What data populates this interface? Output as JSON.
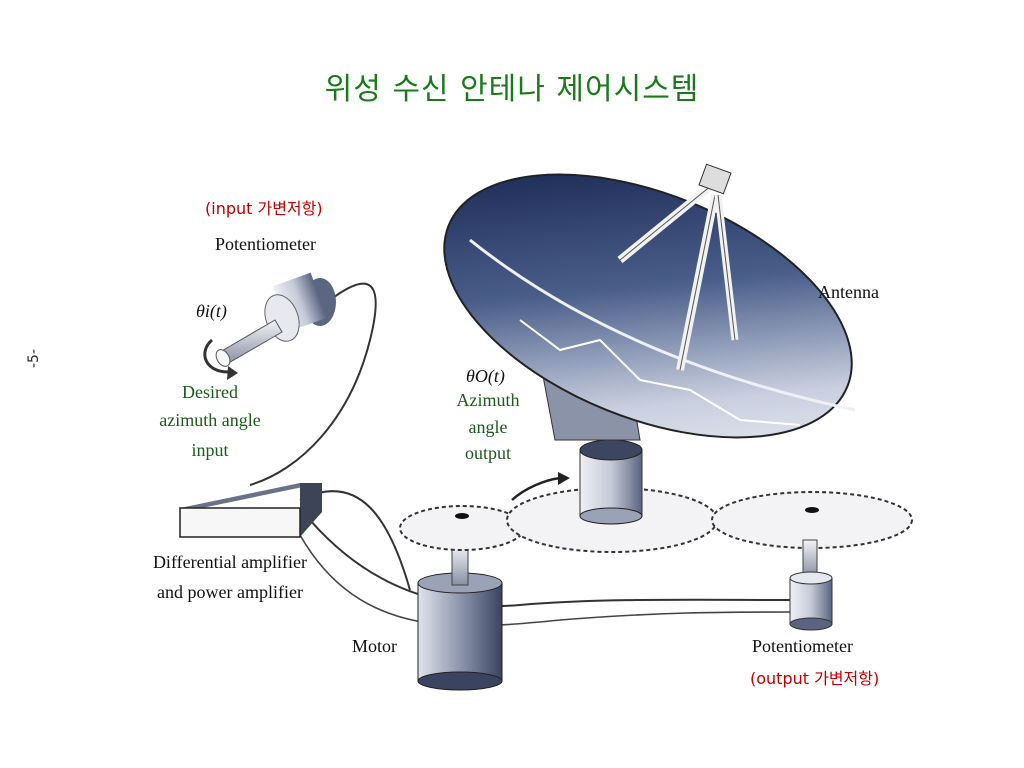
{
  "title": "위성 수신 안테나 제어시스템",
  "page_number": "-5-",
  "labels": {
    "input_note": "(input 가변저항)",
    "input_potentiometer": "Potentiometer",
    "theta_i": "θi(t)",
    "desired_line1": "Desired",
    "desired_line2": "azimuth angle",
    "desired_line3": "input",
    "amp_line1": "Differential amplifier",
    "amp_line2": "and power amplifier",
    "motor": "Motor",
    "antenna": "Antenna",
    "theta_o": "θO(t)",
    "output_line1": "Azimuth",
    "output_line2": "angle",
    "output_line3": "output",
    "output_potentiometer": "Potentiometer",
    "output_note": "(output 가변저항)"
  }
}
